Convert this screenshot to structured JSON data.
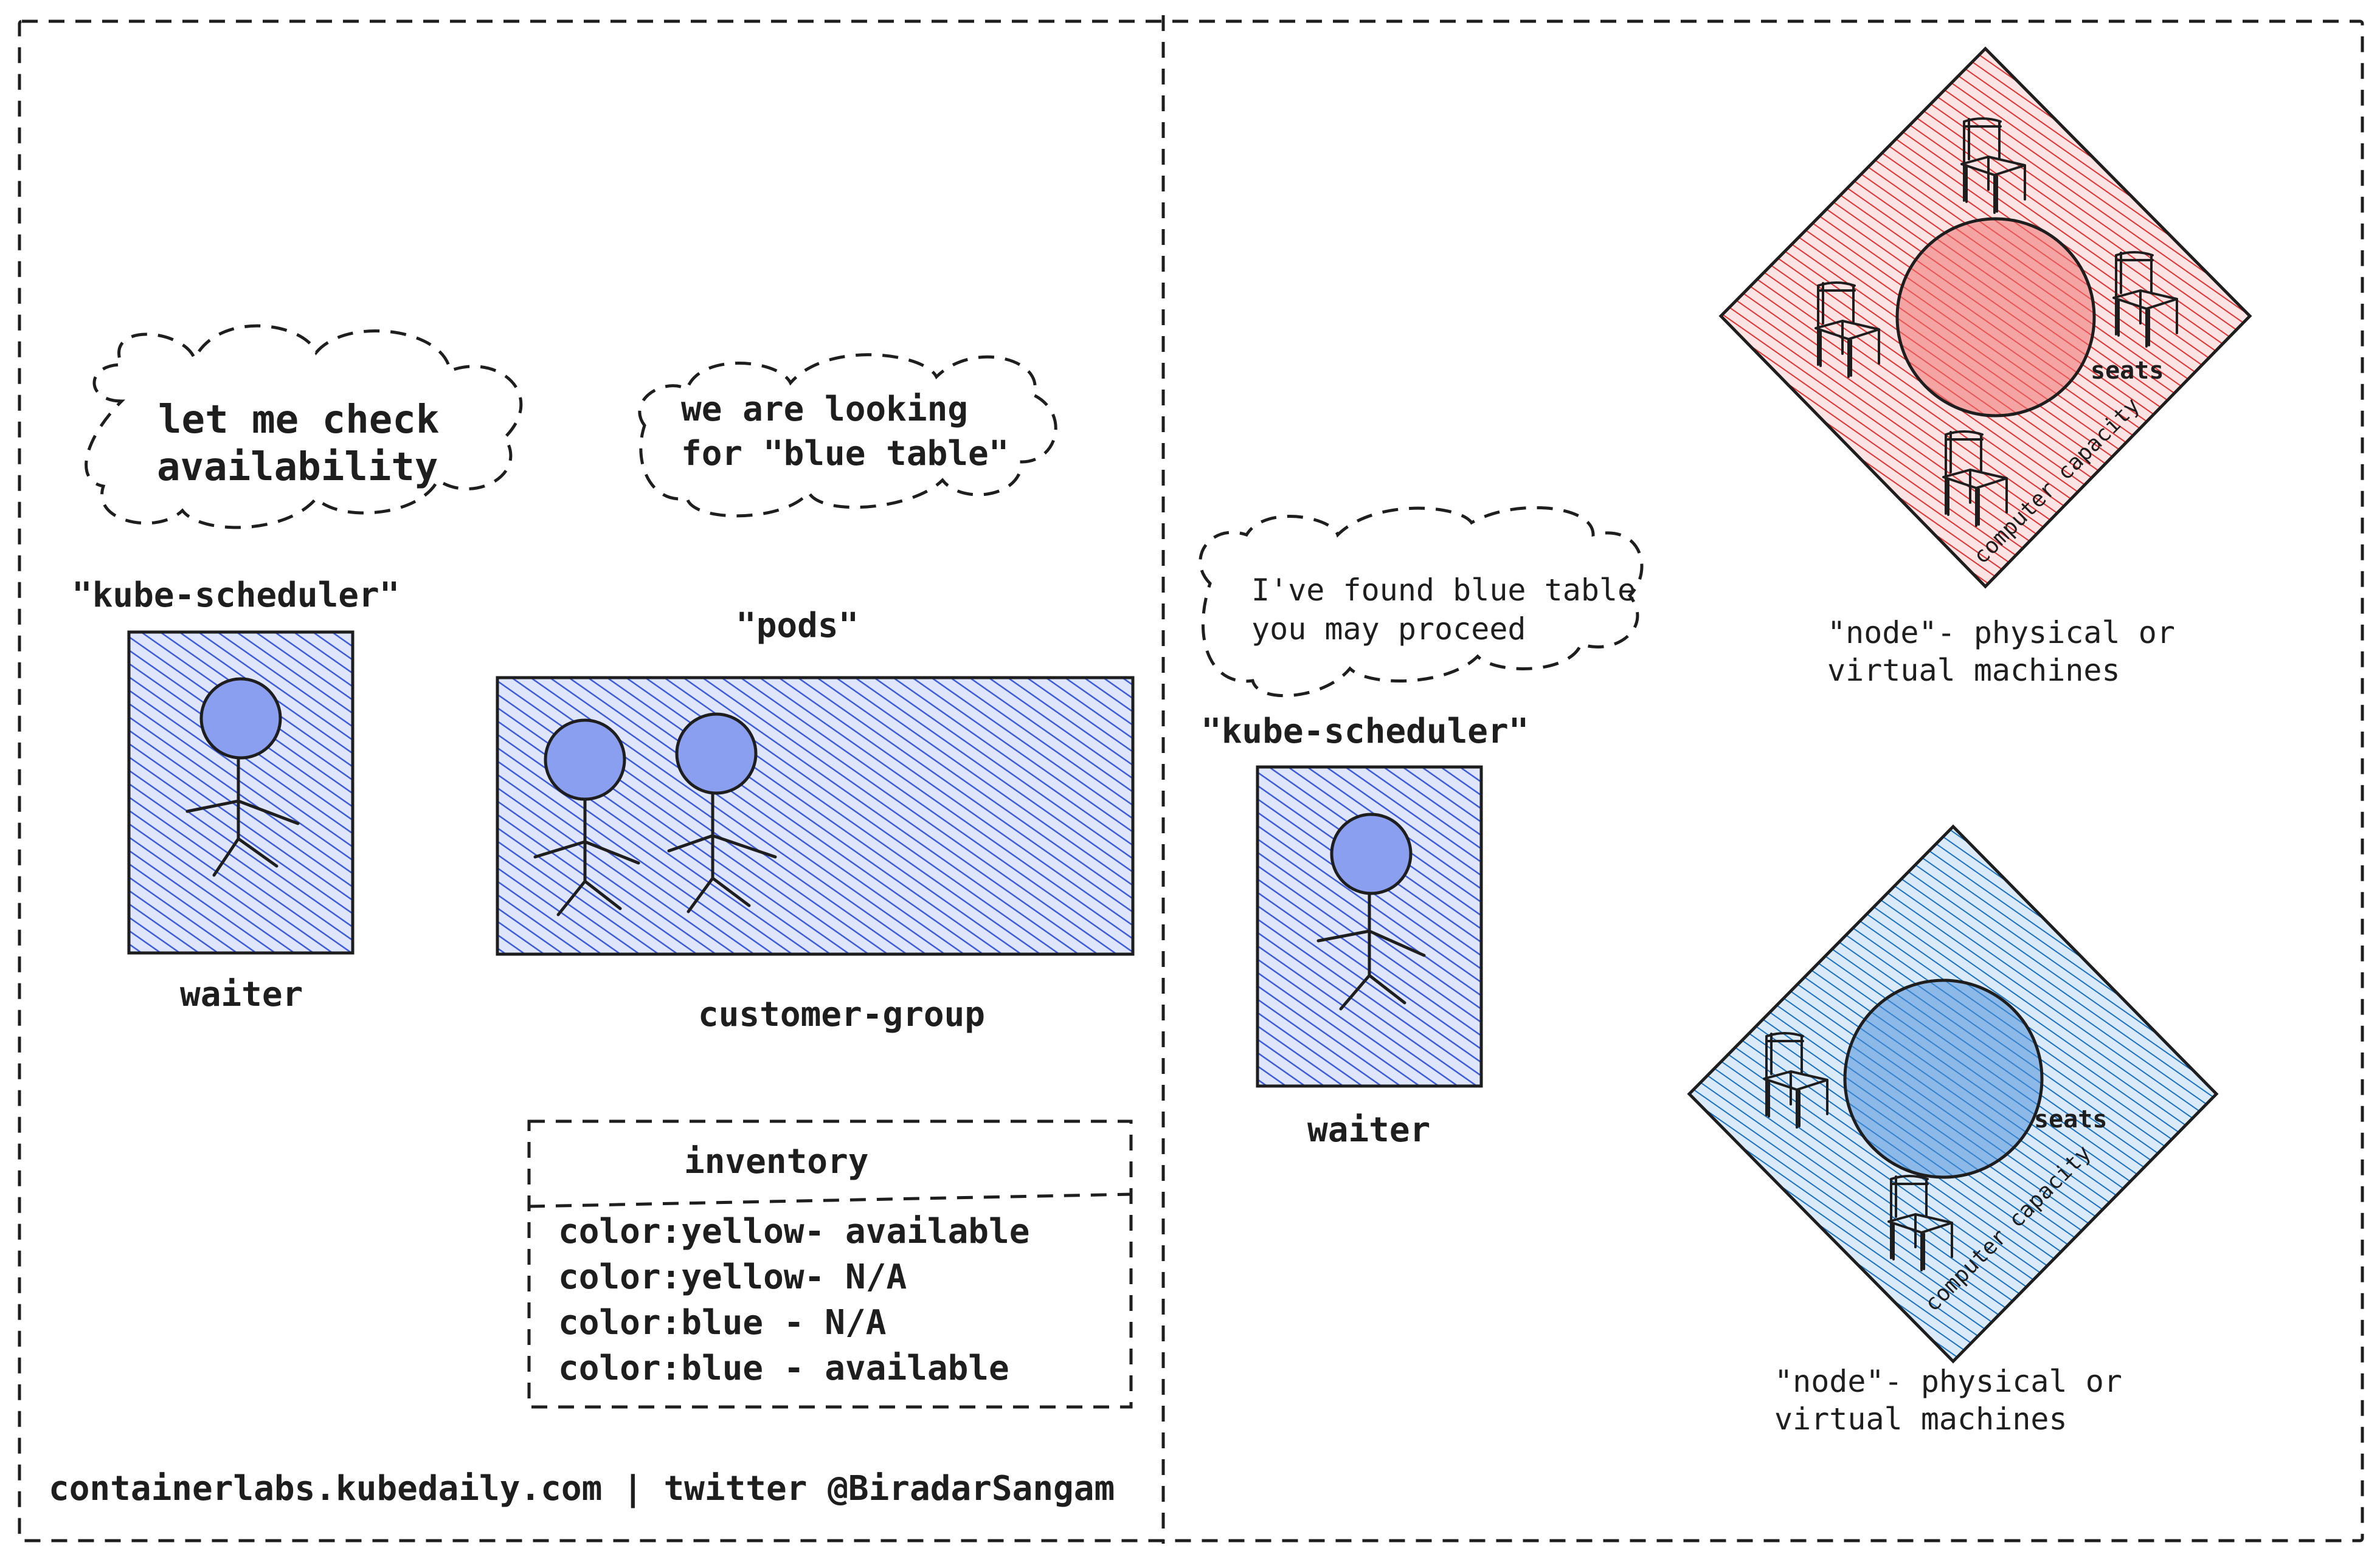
{
  "left": {
    "waiter_bubble": [
      "let me check",
      "availability"
    ],
    "pods_bubble": [
      "we are looking",
      "for \"blue table\""
    ],
    "scheduler_label": "\"kube-scheduler\"",
    "waiter_label": "waiter",
    "pods_label": "\"pods\"",
    "customer_group_label": "customer-group",
    "inventory": {
      "title": "inventory",
      "items": [
        "color:yellow- available",
        "color:yellow- N/A",
        "color:blue - N/A",
        "color:blue - available"
      ]
    },
    "footer": "containerlabs.kubedaily.com | twitter @BiradarSangam"
  },
  "right": {
    "found_bubble": [
      "I've found blue table",
      "you may proceed"
    ],
    "scheduler_label": "\"kube-scheduler\"",
    "waiter_label": "waiter",
    "node_red": {
      "seats_label": "seats",
      "capacity_label": "computer capacity",
      "caption": [
        "\"node\"- physical or",
        "virtual machines"
      ],
      "color": "#e03131"
    },
    "node_blue": {
      "seats_label": "seats",
      "capacity_label": "computer capacity",
      "caption": [
        "\"node\"- physical or",
        "virtual machines"
      ],
      "color": "#1971c2"
    }
  },
  "colors": {
    "waiter_fill": "#3b5bdb",
    "pods_fill": "#3b5bdb",
    "ink": "#1e1e1e"
  }
}
